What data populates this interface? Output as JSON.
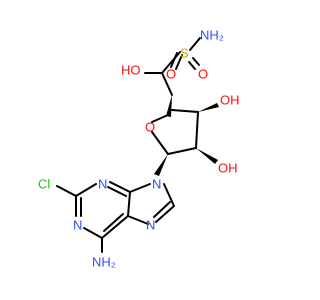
{
  "molecule": {
    "colors": {
      "bond": "#000000",
      "oxygen": "#ff0d0d",
      "nitrogen": "#3050f8",
      "chlorine": "#1fc01f",
      "sulfur": "#c9a700"
    },
    "labels": {
      "amide_nh2": "NH₂",
      "sulfur": "S",
      "sulfonyl_o_left": "O",
      "sulfonyl_o_right": "O",
      "hydroxyl_ho": "HO",
      "hydroxyl_oh_upper": "OH",
      "ring_oxygen": "O",
      "hydroxyl_oh_lower": "OH",
      "purine_n9": "N",
      "purine_n3": "N",
      "purine_n1": "N",
      "purine_n7": "N",
      "chlorine": "Cl",
      "amino_nh2": "NH₂"
    }
  }
}
